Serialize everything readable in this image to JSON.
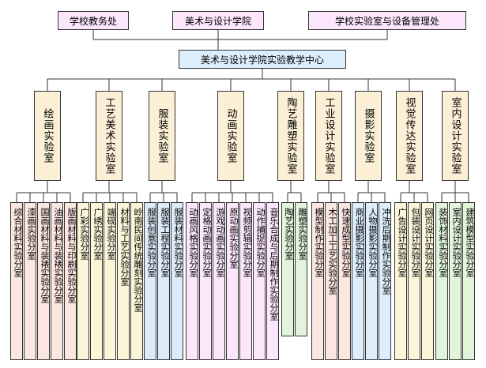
{
  "top_boxes": [
    "学校教务处",
    "美术与设计学院",
    "学校实验室与设备管理处"
  ],
  "center": "美术与设计学院实验教学中心",
  "labs": [
    {
      "name": "绘画实验室",
      "color": "#fbe6e0",
      "subs": [
        "综合材料实验分室",
        "漆画实验分室",
        "国画材料与装裱实验分室",
        "油画材料与装裱实验分室",
        "版画材料与印刷实验分室"
      ]
    },
    {
      "name": "工艺美术实验室",
      "color": "#fcf6d8",
      "subs": [
        "广彩实验分室",
        "广绣实验分室",
        "端砚实验分室",
        "材料与工艺实验分室",
        "岭南民间传统雕刻实验分室"
      ]
    },
    {
      "name": "服装实验室",
      "color": "#dcebf9",
      "subs": [
        "服装创意实验分室",
        "服装工程实验分室",
        "服装材料实验分室"
      ]
    },
    {
      "name": "动画实验室",
      "color": "#fbe6fb",
      "subs": [
        "动画风格实验分室",
        "定格动画实验分室",
        "游戏动画实验分室",
        "原动画实验分室",
        "视频剪辑实验分室",
        "动作捕捉实验分室",
        "音乐合成与后期制作实验分室"
      ]
    },
    {
      "name": "陶艺雕塑实验室",
      "color": "#e2f5da",
      "subs": [
        "陶艺实验分室",
        "雕塑实验分室"
      ]
    },
    {
      "name": "工业设计实验室",
      "color": "#fbe6e0",
      "subs": [
        "模型制作实验分室",
        "木工加工工艺实验分室",
        "快速成型实验分室"
      ]
    },
    {
      "name": "摄影实验室",
      "color": "#dceefc",
      "subs": [
        "商业摄影实验分室",
        "人物摄影实验分室",
        "冲洗后期制作实验分室"
      ]
    },
    {
      "name": "视觉传达实验室",
      "color": "#fcf6d8",
      "subs": [
        "广告设计实验分室",
        "包装设计实验分室",
        "网页设计实验分室"
      ]
    },
    {
      "name": "室内设计实验室",
      "color": "#e2f5da",
      "subs": [
        "装饰材料实验分室",
        "室内设计实验分室",
        "建筑模型实验分室"
      ]
    }
  ]
}
